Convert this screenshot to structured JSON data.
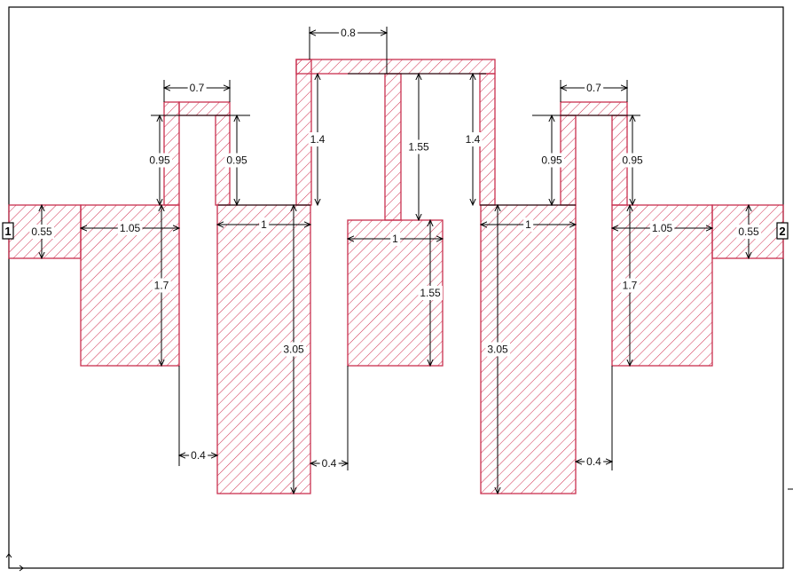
{
  "colors": {
    "copper_stroke": "#c8304f",
    "hatch": "#d03050",
    "dimension_line": "#000000",
    "frame": "#000000"
  },
  "ports": [
    "1",
    "2"
  ],
  "dimensions": {
    "top_gap": "0.8",
    "left_stub_width": "0.7",
    "right_stub_width": "0.7",
    "left_stub_height_a": "0.95",
    "left_stub_height_b": "0.95",
    "right_stub_height_a": "0.95",
    "right_stub_height_b": "0.95",
    "center_arm_left": "1.4",
    "center_arm_right": "1.4",
    "center_stem": "1.55",
    "feed_left_height": "0.55",
    "feed_right_height": "0.55",
    "left_pad_width": "1.05",
    "right_pad_width": "1.05",
    "left_pad_height": "1.7",
    "right_pad_height": "1.7",
    "left_resonator_width": "1",
    "center_pad_width": "1",
    "right_resonator_width": "1",
    "center_pad_height": "1.55",
    "left_resonator_height": "3.05",
    "right_resonator_height": "3.05",
    "gap_left": "0.4",
    "gap_center": "0.4",
    "gap_right": "0.4"
  }
}
